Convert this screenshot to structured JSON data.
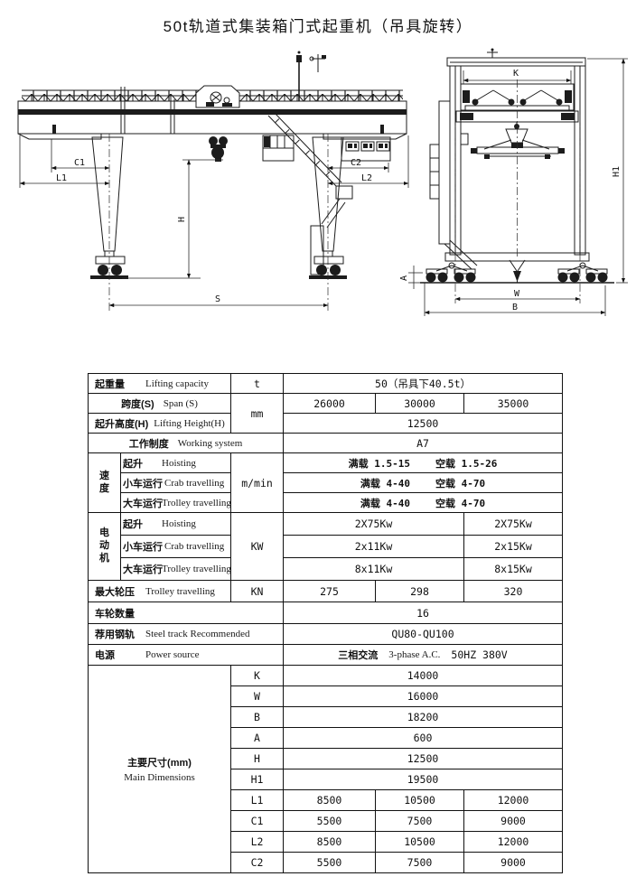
{
  "page": {
    "title": "50t轨道式集装箱门式起重机（吊具旋转）"
  },
  "drawing": {
    "front_dims": {
      "c1": "C1",
      "l1": "L1",
      "c2": "C2",
      "l2": "L2",
      "h": "H",
      "s": "S",
      "a": "A"
    },
    "end_dims": {
      "k": "K",
      "h1": "H1",
      "w": "W",
      "b": "B"
    }
  },
  "table": {
    "lifting_capacity": {
      "zh": "起重量",
      "en": "Lifting capacity",
      "unit": "t",
      "value": "50（吊具下40.5t）"
    },
    "span": {
      "zh": "跨度(S)",
      "en": "Span (S)",
      "unit": "mm",
      "values": [
        "26000",
        "30000",
        "35000"
      ]
    },
    "lifting_height": {
      "zh": "起升高度(H)",
      "en": "Lifting Height(H)",
      "value": "12500"
    },
    "working_system": {
      "zh": "工作制度",
      "en": "Working system",
      "value": "A7"
    },
    "speed": {
      "group": "速\n度",
      "unit": "m/min",
      "hoisting": {
        "zh": "起升",
        "en": "Hoisting",
        "full": "满载 1.5-15",
        "empty": "空载 1.5-26"
      },
      "crab": {
        "zh": "小车运行",
        "en": "Crab travelling",
        "full": "满载 4-40",
        "empty": "空载 4-70"
      },
      "trolley": {
        "zh": "大车运行",
        "en": "Trolley travelling",
        "full": "满载 4-40",
        "empty": "空载 4-70"
      }
    },
    "motor": {
      "group": "电\n动\n机",
      "unit": "KW",
      "hoisting": {
        "zh": "起升",
        "en": "Hoisting",
        "v12": "2X75Kw",
        "v3": "2X75Kw"
      },
      "crab": {
        "zh": "小车运行",
        "en": "Crab travelling",
        "v12": "2x11Kw",
        "v3": "2x15Kw"
      },
      "trolley": {
        "zh": "大车运行",
        "en": "Trolley travelling",
        "v12": "8x11Kw",
        "v3": "8x15Kw"
      }
    },
    "max_wheel_load": {
      "zh": "最大轮压",
      "en": "Trolley travelling",
      "unit": "KN",
      "values": [
        "275",
        "298",
        "320"
      ]
    },
    "wheel_count": {
      "zh": "车轮数量",
      "value": "16"
    },
    "steel_track": {
      "zh": "荐用钢轨",
      "en": "Steel track Recommended",
      "value": "QU80-QU100"
    },
    "power_source": {
      "zh": "电源",
      "en": "Power source",
      "value_zh": "三相交流",
      "value_en": "3-phase A.C.",
      "value_spec": "50HZ 380V"
    },
    "main_dimensions": {
      "label_zh": "主要尺寸(mm)",
      "label_en": "Main Dimensions",
      "single": [
        {
          "key": "K",
          "value": "14000"
        },
        {
          "key": "W",
          "value": "16000"
        },
        {
          "key": "B",
          "value": "18200"
        },
        {
          "key": "A",
          "value": "600"
        },
        {
          "key": "H",
          "value": "12500"
        },
        {
          "key": "H1",
          "value": "19500"
        }
      ],
      "triple": [
        {
          "key": "L1",
          "values": [
            "8500",
            "10500",
            "12000"
          ]
        },
        {
          "key": "C1",
          "values": [
            "5500",
            "7500",
            "9000"
          ]
        },
        {
          "key": "L2",
          "values": [
            "8500",
            "10500",
            "12000"
          ]
        },
        {
          "key": "C2",
          "values": [
            "5500",
            "7500",
            "9000"
          ]
        }
      ]
    }
  }
}
